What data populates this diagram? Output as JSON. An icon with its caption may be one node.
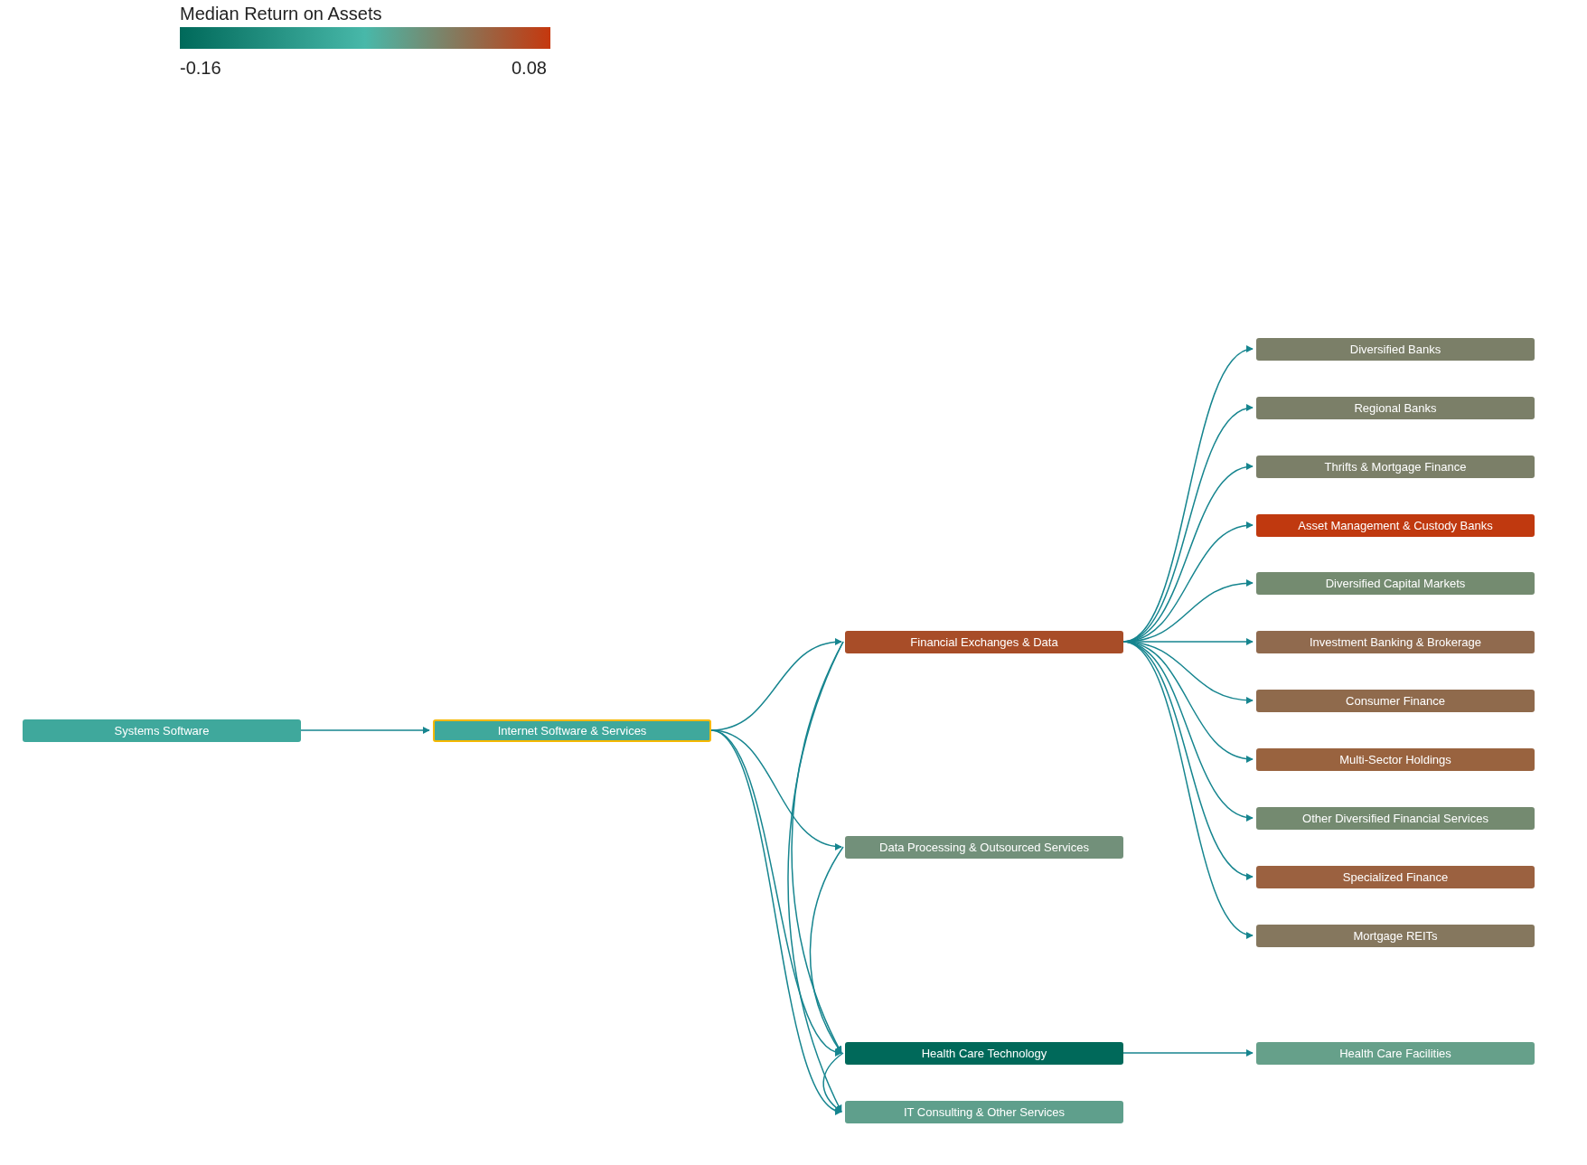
{
  "diagram": {
    "nodes": [
      {
        "text": [
          "Systems Software"
        ]
      },
      {
        "text": [
          "Internet Software & Services"
        ]
      },
      {
        "text": [
          "Financial Exchanges & Data"
        ]
      },
      {
        "text": [
          "Data Processing & Outsourced Services"
        ]
      },
      {
        "text": [
          "Health Care Technology"
        ]
      },
      {
        "text": [
          "IT Consulting & Other Services"
        ]
      },
      {
        "text": [
          "Diversified Banks"
        ]
      },
      {
        "text": [
          "Regional Banks"
        ]
      },
      {
        "text": [
          "Thrifts & Mortgage Finance"
        ]
      },
      {
        "text": [
          "Asset Management & Custody Banks"
        ]
      },
      {
        "text": [
          "Diversified Capital Markets"
        ]
      },
      {
        "text": [
          "Investment Banking & Brokerage"
        ]
      },
      {
        "text": [
          "Consumer Finance"
        ]
      },
      {
        "text": [
          "Multi-Sector Holdings"
        ]
      },
      {
        "text": [
          "Other Diversified Financial Services"
        ]
      },
      {
        "text": [
          "Specialized Finance"
        ]
      },
      {
        "text": [
          "Mortgage REITs"
        ]
      },
      {
        "text": [
          "Health Care Facilities"
        ]
      }
    ],
    "edges": [
      {
        "from": 0,
        "to": 1,
        "arrow": "to"
      },
      {
        "from": 1,
        "to": 2,
        "arrow": "to"
      },
      {
        "from": 1,
        "to": 3,
        "arrow": "to"
      },
      {
        "from": 1,
        "to": 4,
        "arrow": "to"
      },
      {
        "from": 1,
        "to": 5,
        "arrow": "to"
      },
      {
        "from": 2,
        "to": 4,
        "arrow": "to"
      },
      {
        "from": 2,
        "to": 5,
        "arrow": "to"
      },
      {
        "from": 3,
        "to": 4,
        "arrow": "to"
      },
      {
        "from": 4,
        "to": 5,
        "arrow": "to"
      },
      {
        "from": 2,
        "to": 6,
        "arrow": "to"
      },
      {
        "from": 2,
        "to": 7,
        "arrow": "to"
      },
      {
        "from": 2,
        "to": 8,
        "arrow": "to"
      },
      {
        "from": 2,
        "to": 9,
        "arrow": "to"
      },
      {
        "from": 2,
        "to": 10,
        "arrow": "to"
      },
      {
        "from": 2,
        "to": 11,
        "arrow": "to"
      },
      {
        "from": 2,
        "to": 12,
        "arrow": "to"
      },
      {
        "from": 2,
        "to": 13,
        "arrow": "to"
      },
      {
        "from": 2,
        "to": 14,
        "arrow": "to"
      },
      {
        "from": 2,
        "to": 15,
        "arrow": "to"
      },
      {
        "from": 2,
        "to": 16,
        "arrow": "to"
      },
      {
        "from": 4,
        "to": 17,
        "arrow": "to"
      }
    ],
    "labels": [
      "Median Return on Assets",
      "-0.16",
      "0.08"
    ]
  }
}
